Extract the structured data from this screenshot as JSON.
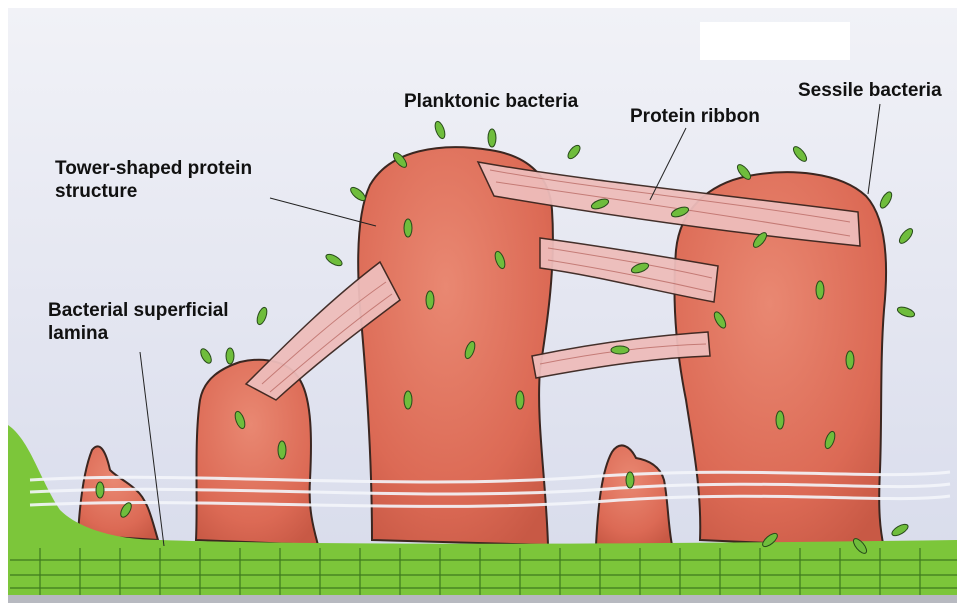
{
  "labels": {
    "planktonic": "Planktonic bacteria",
    "ribbon": "Protein ribbon",
    "sessile": "Sessile bacteria",
    "tower_line1": "Tower-shaped protein",
    "tower_line2": "structure",
    "lamina_line1": "Bacterial superficial",
    "lamina_line2": "lamina"
  },
  "colors": {
    "background_wash": "#dfe2ef",
    "tower_fill": "#dc6a55",
    "tower_outline": "#3b2620",
    "ribbon_fill": "#eebdbb",
    "bacteria": "#6fbd3c",
    "lamina": "#7cc63a",
    "water_streaks": "#f4f6fb"
  }
}
